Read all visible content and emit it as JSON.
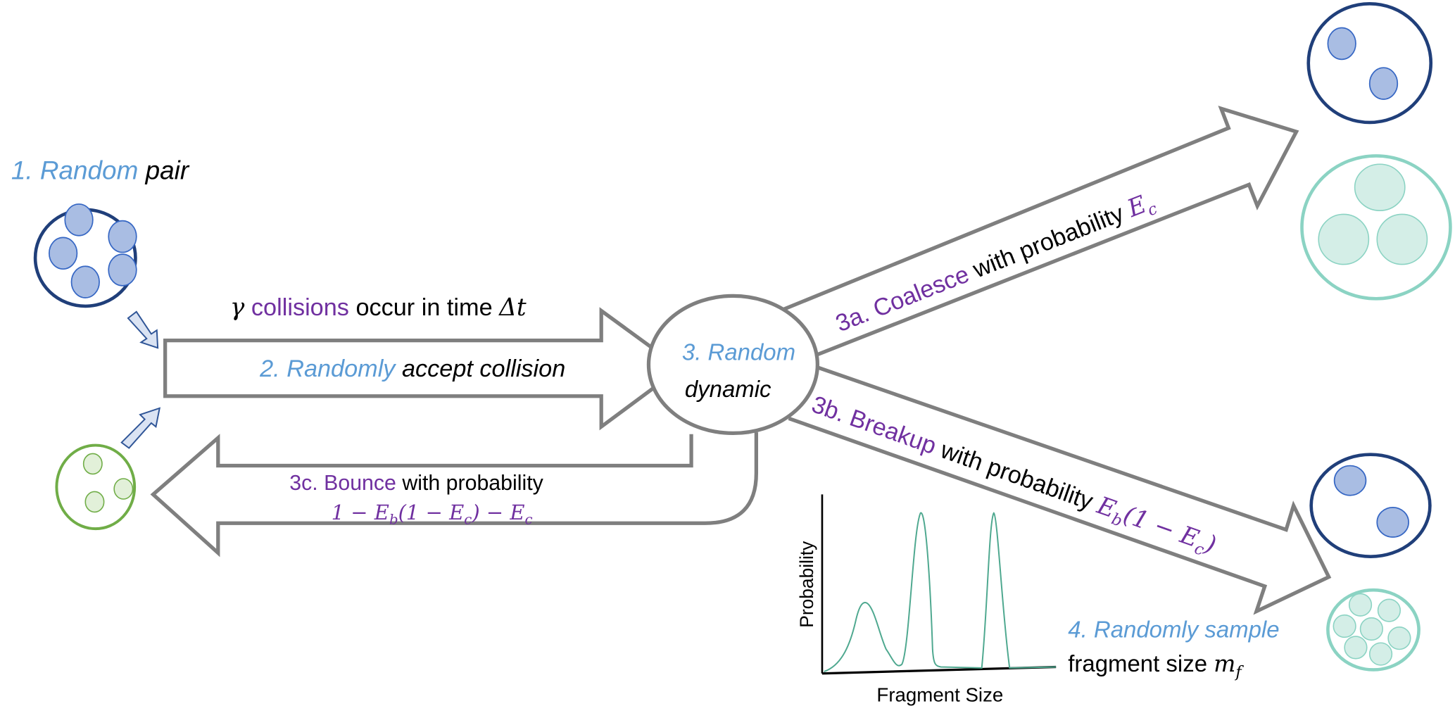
{
  "colors": {
    "step_label": "#5b9bd5",
    "term": "#7030a0",
    "arrow": "#7f7f7f",
    "droplet_blue": "#203f7a",
    "droplet_teal": "#8bd3c3",
    "droplet_green": "#70ad47",
    "curve": "#4ea88f"
  },
  "step1": {
    "number": "1.",
    "keyword": "Random",
    "rest": "pair"
  },
  "collisions": {
    "gamma": "γ",
    "keyword": "collisions",
    "rest": "occur in time",
    "dt": "Δt"
  },
  "step2": {
    "number": "2.",
    "keyword": "Randomly",
    "rest": "accept collision"
  },
  "step3": {
    "line1": "3. Random",
    "line2": "dynamic"
  },
  "step3a": {
    "prefix": "3a.",
    "keyword": "Coalesce",
    "rest": "with probability",
    "E": "E",
    "sub": "c"
  },
  "step3b": {
    "prefix": "3b.",
    "keyword": "Breakup",
    "rest": "with probability",
    "E1": "E",
    "sub1": "b",
    "mid": "(1 − ",
    "E2": "E",
    "sub2": "c",
    "end": ")"
  },
  "step3c": {
    "prefix": "3c.",
    "keyword": "Bounce",
    "rest": "with probability",
    "f_start": "1 − ",
    "E1": "E",
    "sub1": "b",
    "f_mid": "(1 − ",
    "E2": "E",
    "sub2": "c",
    "f_mid2": ") − ",
    "E3": "E",
    "sub3": "c"
  },
  "step4": {
    "line1": "4. Randomly sample",
    "line2": "fragment size ",
    "m": "m",
    "sub": "f"
  },
  "inset_plot": {
    "ylabel": "Probability",
    "xlabel": "Fragment Size"
  }
}
